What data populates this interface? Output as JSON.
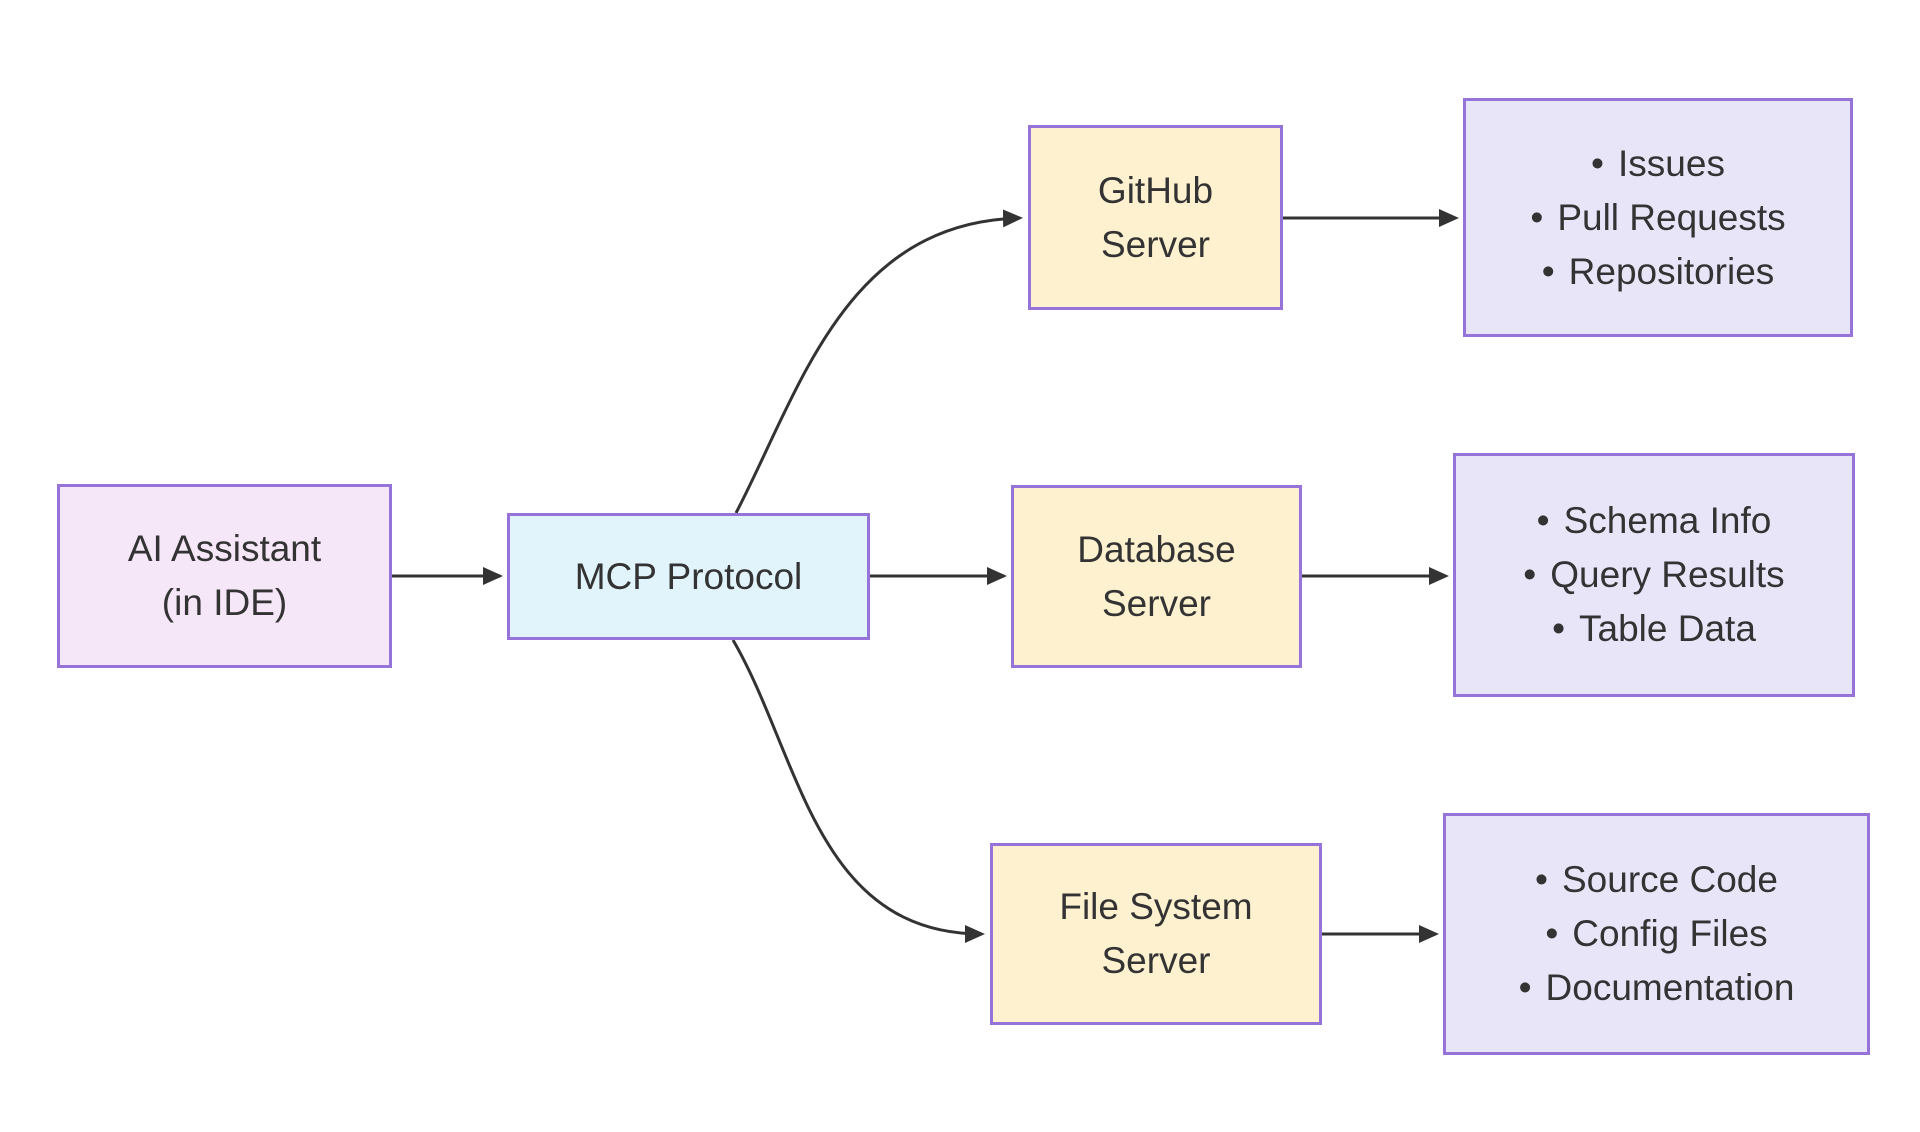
{
  "colors": {
    "background": "#ffffff",
    "text": "#333333",
    "arrow": "#333333",
    "node_border": "#9673d8",
    "ai_fill": "#f5e6f8",
    "mcp_fill": "#e1f4fc",
    "server_fill": "#fdf1d0",
    "list_fill": "#e9e5f9"
  },
  "glyphs": {
    "bullet": "•"
  },
  "nodes": {
    "ai_assistant": {
      "line1": "AI Assistant",
      "line2": "(in IDE)"
    },
    "mcp_protocol": {
      "label": "MCP Protocol"
    },
    "github_server": {
      "line1": "GitHub",
      "line2": "Server"
    },
    "database_server": {
      "line1": "Database",
      "line2": "Server"
    },
    "file_system_server": {
      "line1": "File System",
      "line2": "Server"
    }
  },
  "lists": {
    "github_resources": [
      "Issues",
      "Pull Requests",
      "Repositories"
    ],
    "database_resources": [
      "Schema Info",
      "Query Results",
      "Table Data"
    ],
    "file_system_resources": [
      "Source Code",
      "Config Files",
      "Documentation"
    ]
  }
}
